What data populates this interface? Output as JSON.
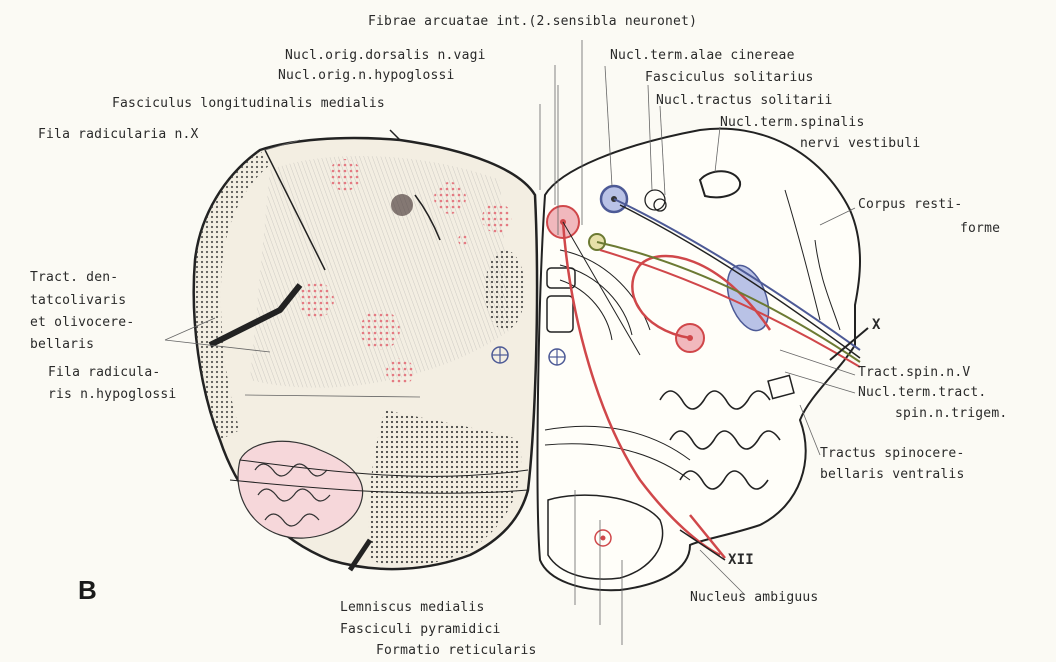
{
  "panel_letter": "B",
  "labels": {
    "fibrae_arcuatae": "Fibrae arcuatae int.(2.sensibla neuronet)",
    "nucl_orig_dorsalis": "Nucl.orig.dorsalis n.vagi",
    "nucl_orig_hypoglossi": "Nucl.orig.n.hypoglossi",
    "fasc_long_med": "Fasciculus longitudinalis medialis",
    "fila_rad_x": "Fila radicularia n.X",
    "nucl_term_alae": "Nucl.term.alae cinereae",
    "fasc_solitarius": "Fasciculus solitarius",
    "nucl_tractus_solitarii": "Nucl.tractus solitarii",
    "nucl_term_spinalis_1": "Nucl.term.spinalis",
    "nucl_term_spinalis_2": "nervi vestibuli",
    "corpus_resti_1": "Corpus resti-",
    "corpus_resti_2": "forme",
    "tract_dent_1": "Tract. den-",
    "tract_dent_2": "tatcolivaris",
    "tract_dent_3": "et olivocere-",
    "tract_dent_4": "bellaris",
    "fila_rad_hypo_1": "Fila radicula-",
    "fila_rad_hypo_2": "ris n.hypoglossi",
    "x_marker": "X",
    "tract_spin_v": "Tract.spin.n.V",
    "nucl_term_tract_1": "Nucl.term.tract.",
    "nucl_term_tract_2": "spin.n.trigem.",
    "tractus_spinocere_1": "Tractus spinocere-",
    "tractus_spinocere_2": "bellaris ventralis",
    "xii_marker": "XII",
    "nucleus_ambiguus": "Nucleus ambiguus",
    "lemniscus": "Lemniscus medialis",
    "fasciculi_pyr": "Fasciculi pyramidici",
    "formatio_ret": "Formatio reticularis"
  },
  "colors": {
    "background": "#fbfaf4",
    "ink": "#2a2a2a",
    "red": "#d0474a",
    "pink_fill": "#f1b8bd",
    "blue_fill": "#b9c2e6",
    "blue_stroke": "#4d5a96",
    "green": "#6c7a33",
    "olive_fill": "#e6e0a8"
  }
}
